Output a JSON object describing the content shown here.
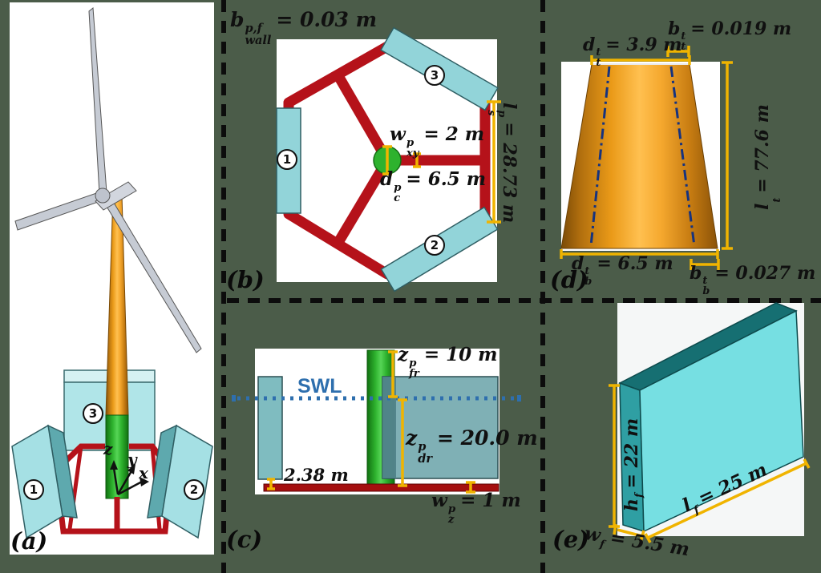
{
  "figure_title": "Floating wind turbine platform dimension diagram",
  "palette": {
    "background": "#4b5c49",
    "strut_red": "#b5121a",
    "pontoon_cyan": "#92d4d9",
    "column_green": "#2eb22e",
    "dimension_yellow": "#f0b400",
    "tower_orange": "#e8920c",
    "swl_blue": "#2e6fae",
    "slab_front": "#76dfe2",
    "slab_top": "#166f72",
    "slab_side": "#2f9fa3"
  },
  "panels": {
    "a": {
      "label": "(a)",
      "axes": {
        "x": "x",
        "y": "y",
        "z": "z"
      },
      "pontoons": [
        "1",
        "2",
        "3"
      ]
    },
    "b": {
      "label": "(b)",
      "pontoons": [
        "1",
        "2",
        "3"
      ],
      "dims": {
        "wall": {
          "base": "b",
          "sup": "p,f",
          "sub": "wall",
          "val": "= 0.03 m"
        },
        "spoke_width": {
          "base": "w",
          "sup": "p",
          "sub": "xy",
          "val": "= 2 m"
        },
        "column_diameter": {
          "base": "d",
          "sup": "p",
          "sub": "c",
          "val": "= 6.5 m"
        },
        "side_length": {
          "base": "l",
          "sup": "p",
          "sub": "s",
          "val": "= 28.73 m"
        }
      }
    },
    "c": {
      "label": "(c)",
      "waterline": "SWL",
      "dims": {
        "freeboard": {
          "base": "z",
          "sup": "p",
          "sub": "fr",
          "val": "= 10 m"
        },
        "draft": {
          "base": "z",
          "sup": "p",
          "sub": "dr",
          "val": "= 20.0 m"
        },
        "clearance": {
          "val": "2.38 m"
        },
        "plate_width": {
          "base": "w",
          "sup": "p",
          "sub": "z",
          "val": "= 1 m"
        }
      }
    },
    "d": {
      "label": "(d)",
      "dims": {
        "top_diameter": {
          "base": "d",
          "sup": "t",
          "sub": "t",
          "val": "= 3.9 m"
        },
        "top_thickness": {
          "base": "b",
          "sup": "t",
          "sub": "t",
          "val": "= 0.019 m"
        },
        "length": {
          "base": "l",
          "sub": "t",
          "val": "= 77.6 m"
        },
        "bottom_diameter": {
          "base": "d",
          "sup": "t",
          "sub": "b",
          "val": "= 6.5 m"
        },
        "bottom_thickness": {
          "base": "b",
          "sup": "t",
          "sub": "b",
          "val": "= 0.027 m"
        }
      }
    },
    "e": {
      "label": "(e)",
      "dims": {
        "height": {
          "base": "h",
          "sup": "f",
          "val": "= 22 m"
        },
        "width": {
          "base": "w",
          "sup": "f",
          "val": "= 5.5 m"
        },
        "length": {
          "base": "l",
          "sup": "f",
          "val": "= 25 m"
        }
      }
    }
  }
}
